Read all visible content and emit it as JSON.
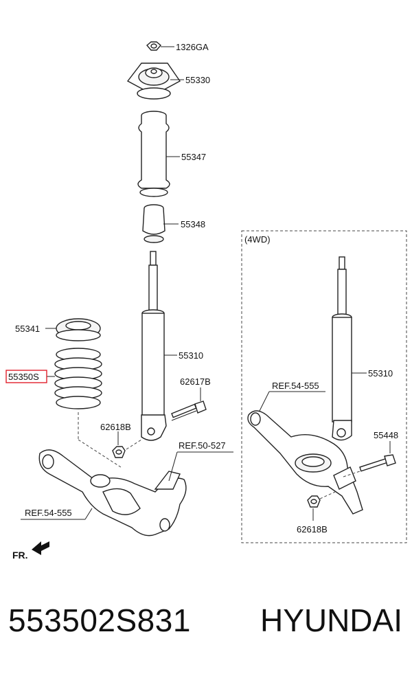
{
  "labels": {
    "p1326ga": "1326GA",
    "p55330": "55330",
    "p55347": "55347",
    "p55348": "55348",
    "p55341": "55341",
    "p55350s": "55350S",
    "p55310_left": "55310",
    "p62617b": "62617B",
    "p62618b_left": "62618B",
    "ref50527": "REF.50-527",
    "ref54555_left": "REF.54-555",
    "fr": "FR.",
    "fourwd": "(4WD)",
    "ref54555_right": "REF.54-555",
    "p55310_right": "55310",
    "p55448": "55448",
    "p62618b_right": "62618B"
  },
  "highlight_color": "#e0202a",
  "footer": {
    "part_number": "553502S831",
    "brand": "HYUNDAI"
  }
}
